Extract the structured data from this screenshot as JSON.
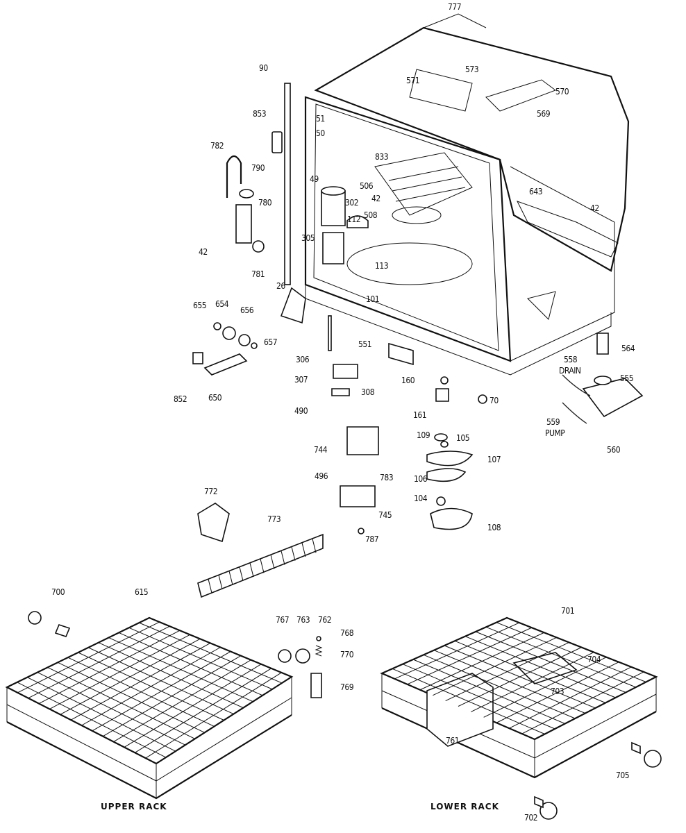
{
  "diagram": {
    "captions": {
      "upper_rack": "UPPER RACK",
      "lower_rack": "LOWER RACK",
      "drain": "DRAIN",
      "pump": "PUMP"
    },
    "part_labels": [
      "777",
      "571",
      "573",
      "570",
      "569",
      "90",
      "853",
      "51",
      "50",
      "833",
      "782",
      "790",
      "49",
      "506",
      "302",
      "42",
      "780",
      "112",
      "508",
      "643",
      "42",
      "305",
      "42",
      "781",
      "113",
      "101",
      "26",
      "655",
      "654",
      "656",
      "657",
      "306",
      "551",
      "564",
      "558",
      "555",
      "852",
      "650",
      "307",
      "308",
      "160",
      "70",
      "490",
      "161",
      "559",
      "560",
      "109",
      "105",
      "107",
      "106",
      "744",
      "496",
      "783",
      "104",
      "745",
      "787",
      "108",
      "772",
      "773",
      "700",
      "615",
      "767",
      "763",
      "762",
      "768",
      "770",
      "769",
      "701",
      "704",
      "703",
      "761",
      "705",
      "702"
    ]
  }
}
